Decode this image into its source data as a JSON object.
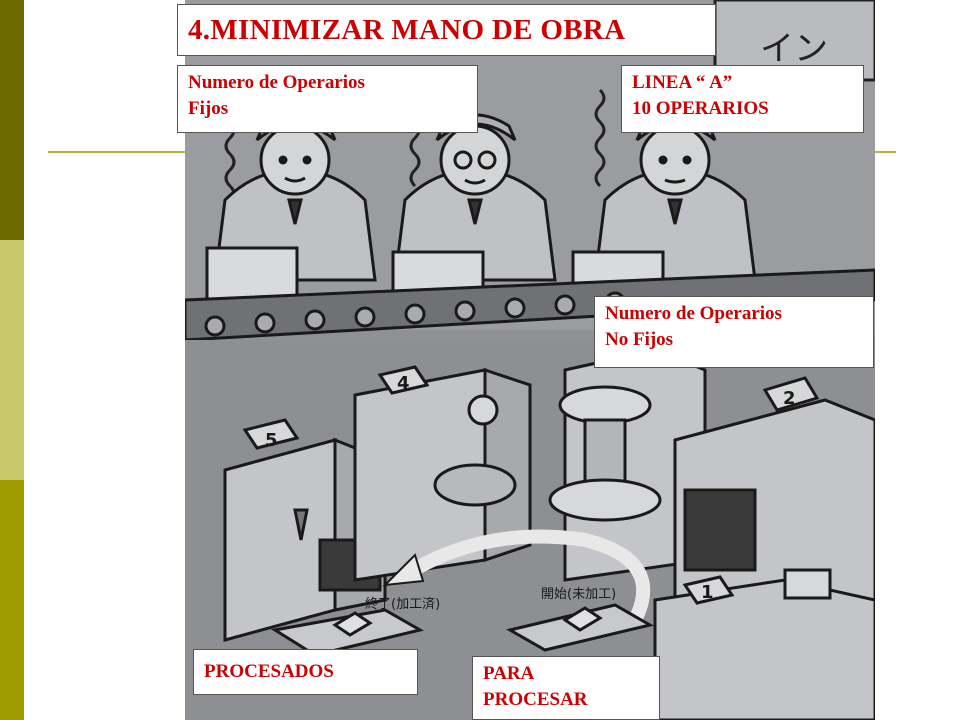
{
  "title": "4.MINIMIZAR MANO DE OBRA",
  "labels": {
    "fixed_operators": [
      "Numero de Operarios",
      "Fijos"
    ],
    "line_a": [
      "LINEA “ A”",
      "10 OPERARIOS"
    ],
    "non_fixed_operators": [
      "Numero de Operarios",
      "No Fijos"
    ],
    "processed": "PROCESADOS",
    "to_process": [
      "PARA",
      "PROCESAR"
    ]
  },
  "illustration": {
    "machine_numbers": [
      "1",
      "2",
      "4",
      "5"
    ],
    "sign_text": "イン",
    "arrow_end_label": "終了(加工済)",
    "arrow_start_label": "開始(未加工)"
  },
  "colors": {
    "label_text": "#cc0000",
    "stripe_dark": "#6b6b00",
    "stripe_light": "#c9c96b",
    "stripe_mid": "#9c9c00",
    "accent_line": "#b5b538",
    "illustration_bg": "#8f9195"
  }
}
